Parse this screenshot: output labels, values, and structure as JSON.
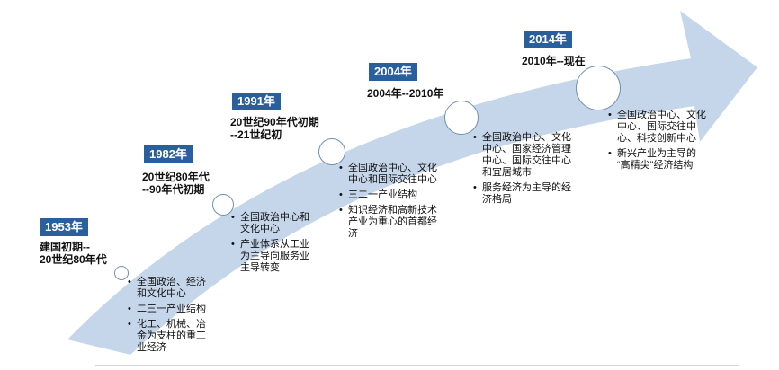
{
  "colors": {
    "arrow_fill": "#c5d6ea",
    "badge_bg": "#2a5f9e",
    "badge_text": "#ffffff",
    "node_border": "#6f8fb4"
  },
  "stages": [
    {
      "year": "1953年",
      "period": "建国初期--\n20世纪80年代",
      "bullets": [
        "全国政治、经济\n和文化中心",
        "二三一产业结构",
        "化工、机械、冶\n金为支柱的重工\n业经济"
      ]
    },
    {
      "year": "1982年",
      "period": "20世纪80年代\n--90年代初期",
      "bullets": [
        "全国政治中心和\n文化中心",
        "产业体系从工业\n为主导向服务业\n主导转变"
      ]
    },
    {
      "year": "1991年",
      "period": "20世纪90年代初期\n--21世纪初",
      "bullets": [
        "全国政治中心、文化\n中心和国际交往中心",
        "三二一产业结构",
        "知识经济和高新技术\n产业为重心的首都经\n济"
      ]
    },
    {
      "year": "2004年",
      "period": "2004年--2010年",
      "bullets": [
        "全国政治中心、文化\n中心、国家经济管理\n中心、国际交往中心\n和宜居城市",
        "服务经济为主导的经\n济格局"
      ]
    },
    {
      "year": "2014年",
      "period": "2010年--现在",
      "bullets": [
        "全国政治中心、文化\n中心、国际交往中\n心、科技创新中心",
        "新兴产业为主导的\n“高精尖”经济结构"
      ]
    }
  ]
}
